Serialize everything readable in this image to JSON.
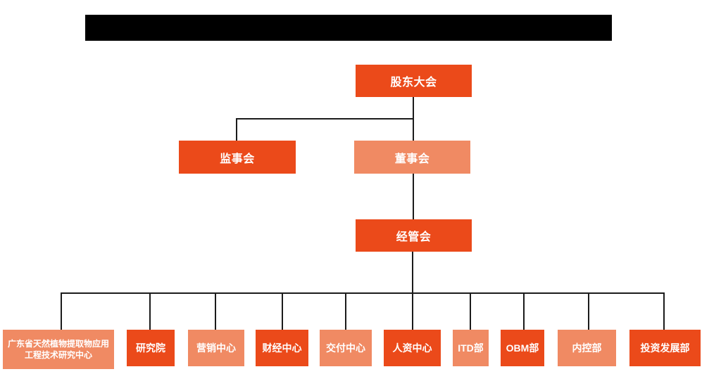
{
  "title_bar": {
    "text": "",
    "note": "redacted-black-bar"
  },
  "colors": {
    "node-dark": "#EB4A1A",
    "node-light": "#F08A63",
    "line": "#1b1b1b",
    "title-bar": "#000000",
    "text": "#ffffff"
  },
  "nodes": {
    "shareholders": {
      "label": "股东大会"
    },
    "supervisory": {
      "label": "监事会"
    },
    "board": {
      "label": "董事会"
    },
    "management": {
      "label": "经管会"
    }
  },
  "departments": [
    {
      "label": "广东省天然植物提取物应用工程技术研究中心"
    },
    {
      "label": "研究院"
    },
    {
      "label": "营销中心"
    },
    {
      "label": "财经中心"
    },
    {
      "label": "交付中心"
    },
    {
      "label": "人资中心"
    },
    {
      "label": "ITD部"
    },
    {
      "label": "OBM部"
    },
    {
      "label": "内控部"
    },
    {
      "label": "投资发展部"
    }
  ]
}
